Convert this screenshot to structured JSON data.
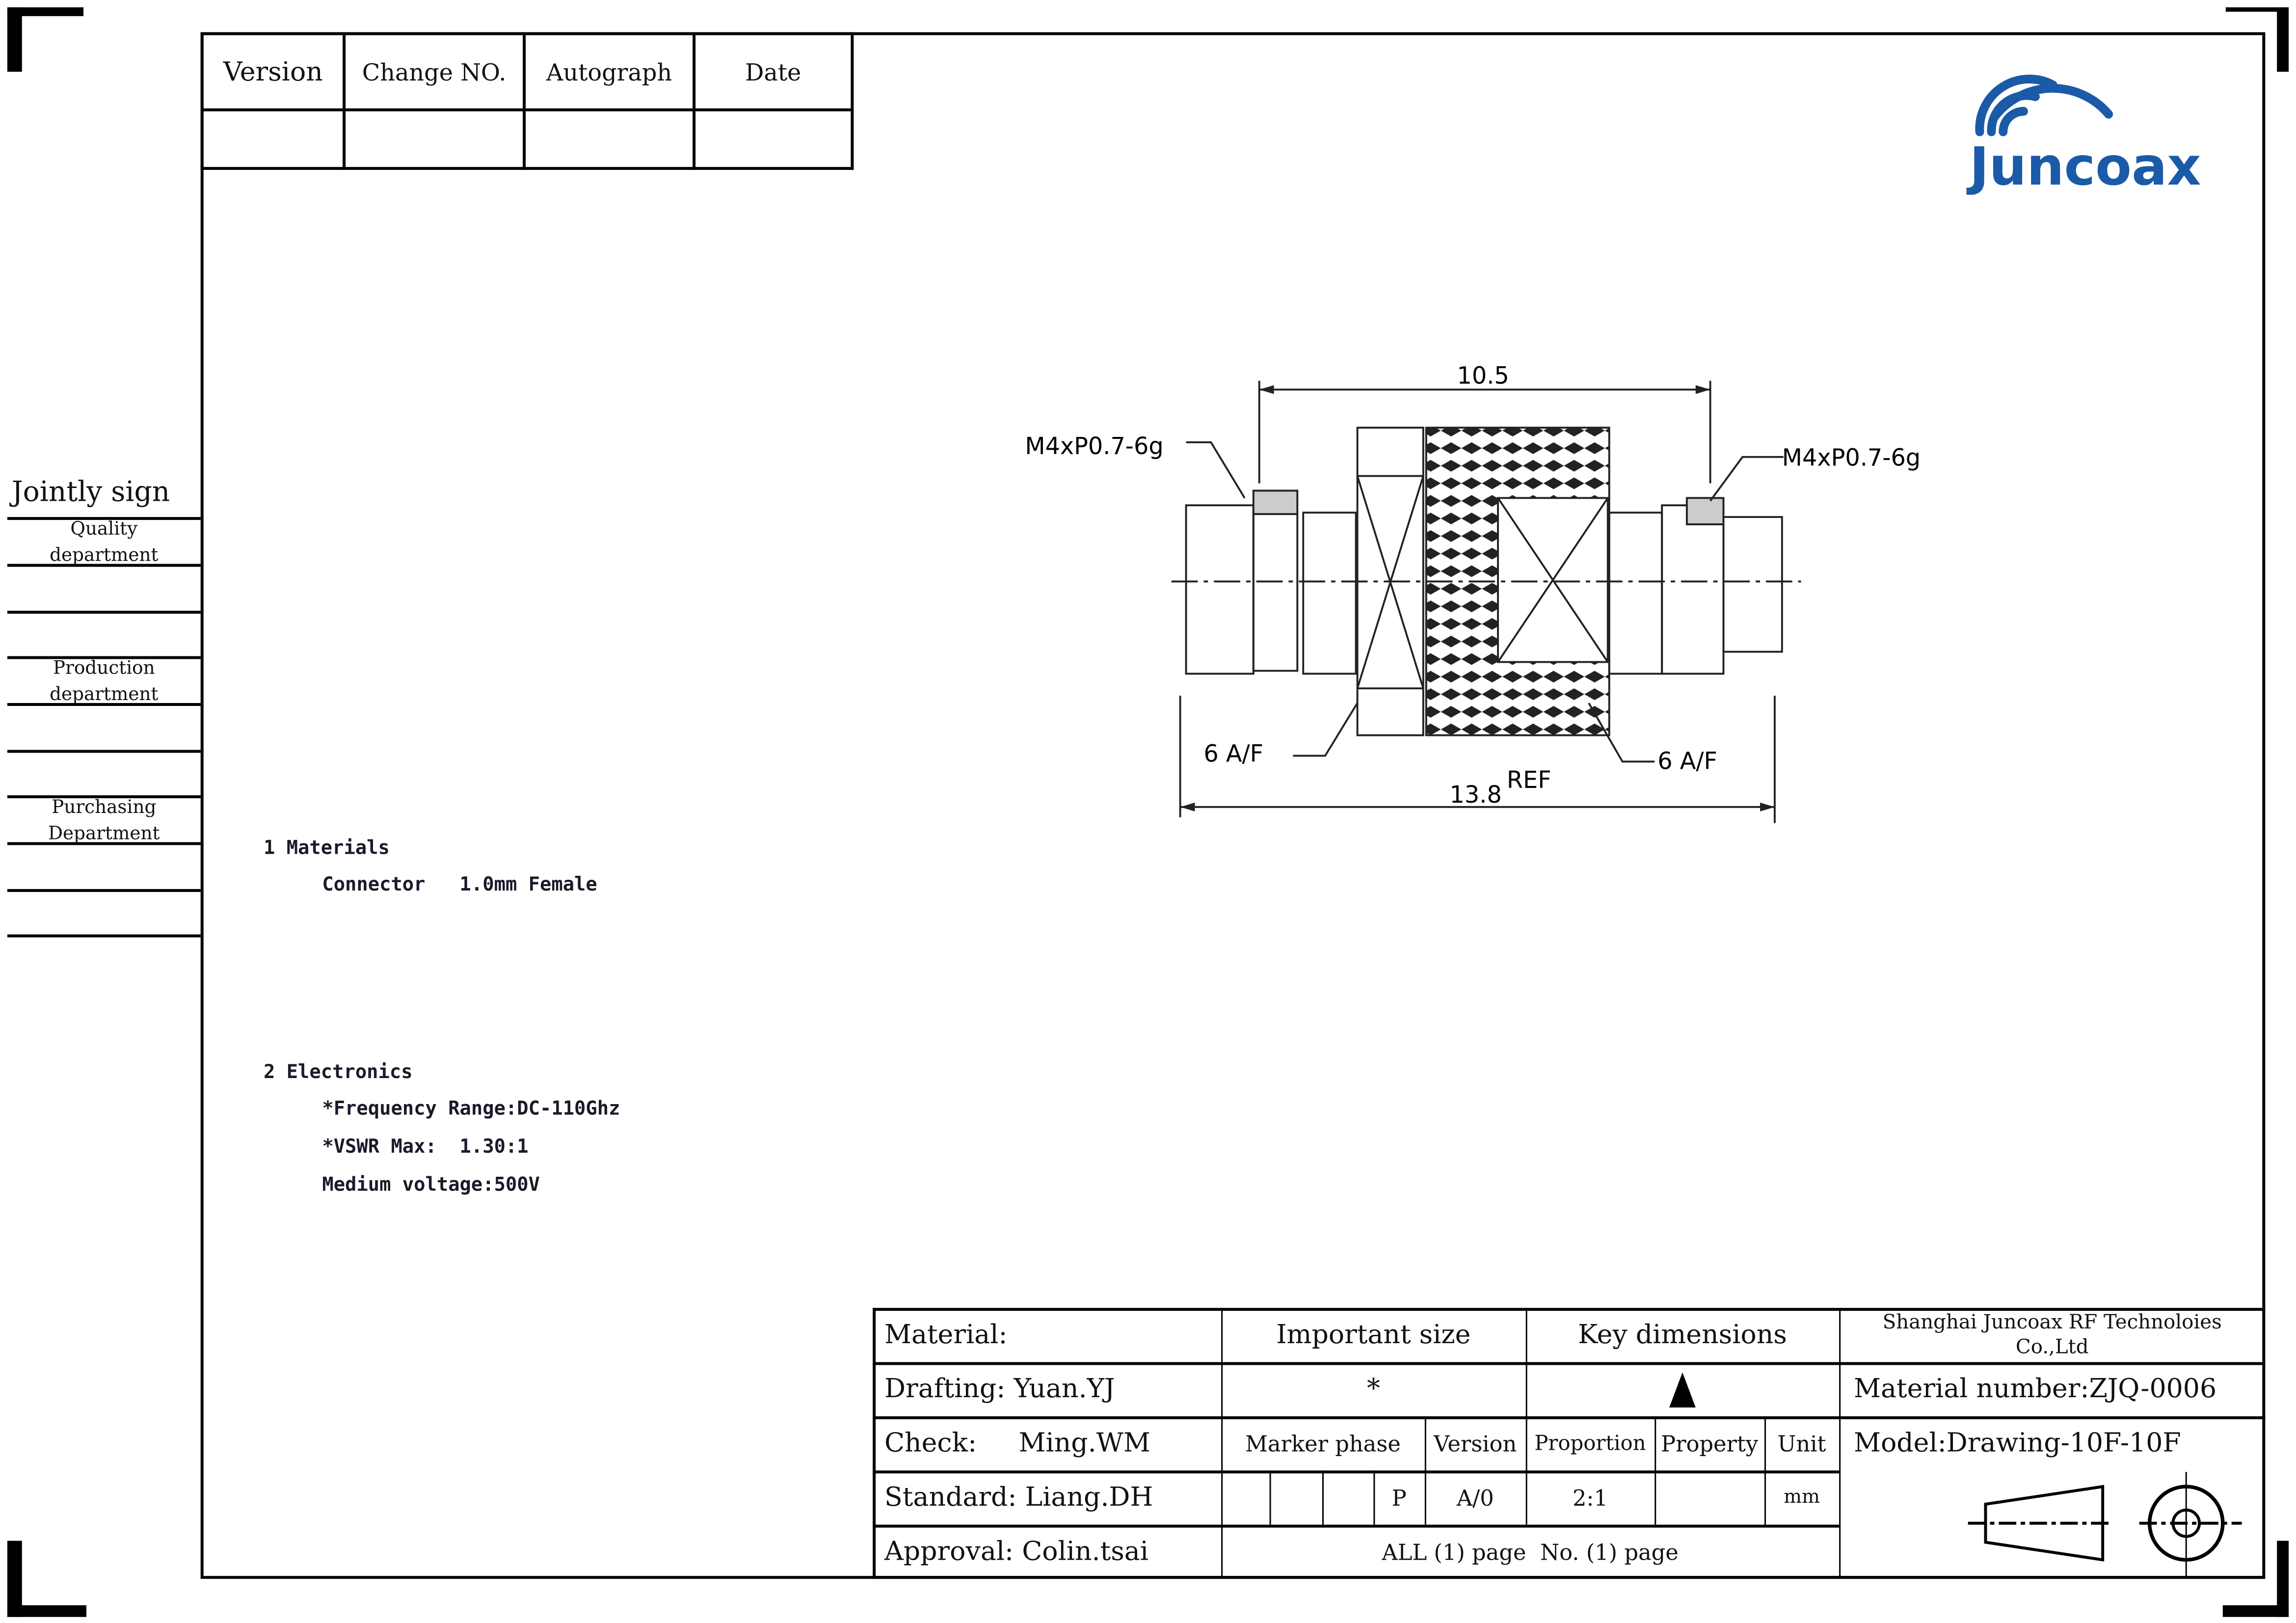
{
  "revision_table": {
    "headers": [
      "Version",
      "Change  NO.",
      "Autograph",
      "Date"
    ],
    "rows": [
      [
        "",
        "",
        "",
        ""
      ]
    ]
  },
  "logo": {
    "text": "Juncoax",
    "color": "#1a5aa8"
  },
  "sign_panel": {
    "title": "Jointly sign",
    "departments": [
      [
        "Quality",
        "department"
      ],
      [
        "Production",
        "department"
      ],
      [
        "Purchasing",
        "Department"
      ]
    ]
  },
  "notes": {
    "materials": {
      "heading": "1 Materials",
      "lines": [
        "Connector   1.0mm Female"
      ]
    },
    "electronics": {
      "heading": "2 Electronics",
      "lines": [
        "*Frequency Range:DC-110Ghz",
        "*VSWR Max:  1.30:1",
        "Medium voltage:500V"
      ]
    }
  },
  "drawing": {
    "dim_top": "10.5",
    "dim_bottom": "13.8",
    "dim_bottom_sup": "REF",
    "thread_left": "M4xP0.7-6g",
    "thread_right": "M4xP0.7-6g",
    "af_left": "6 A/F",
    "af_right": "6 A/F"
  },
  "title_block": {
    "material": "Material:",
    "important_size": "Important size",
    "key_dimensions": "Key dimensions",
    "company": [
      "Shanghai Juncoax RF Technoloies",
      "Co.,Ltd"
    ],
    "drafting": "Drafting: Yuan.YJ",
    "important_symbol": "*",
    "material_number": "Material number:ZJQ-0006",
    "check": "Check:     Ming.WM",
    "marker_phase": "Marker phase",
    "version": "Version",
    "proportion": "Proportion",
    "property": "Property",
    "unit": "Unit",
    "model": "Model:Drawing-10F-10F",
    "standard": "Standard: Liang.DH",
    "marker_value": "P",
    "version_value": "A/0",
    "proportion_value": "2:1",
    "unit_value": "mm",
    "approval": "Approval: Colin.tsai",
    "pages": "ALL (1) page  No. (1) page"
  }
}
